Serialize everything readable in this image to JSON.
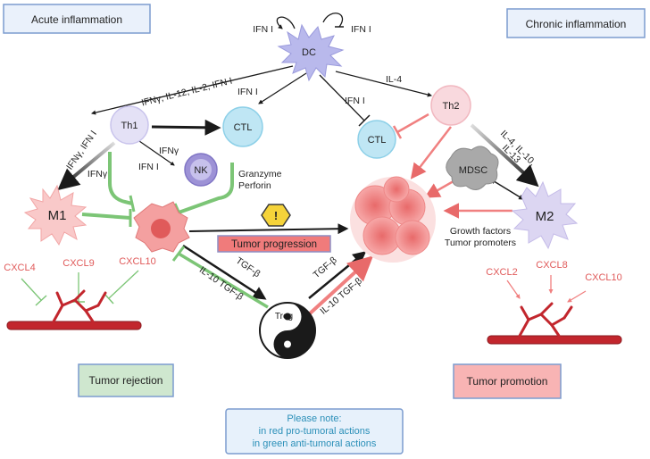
{
  "boxes": {
    "acute": "Acute inflammation",
    "chronic": "Chronic inflammation",
    "rejection": "Tumor rejection",
    "promotion": "Tumor promotion",
    "progression": "Tumor progression"
  },
  "note": {
    "line1": "Please note:",
    "line2": "in red pro-tumoral actions",
    "line3": "in green anti-tumoral actions"
  },
  "cells": {
    "dc": "DC",
    "th1": "Th1",
    "ctl_left": "CTL",
    "th2": "Th2",
    "ctl_right": "CTL",
    "nk": "NK",
    "m1": "M1",
    "m2": "M2",
    "mdsc": "MDSC",
    "treg": "Treg"
  },
  "labels": {
    "dc_self_left": "IFN I",
    "dc_self_right": "IFN I",
    "dc_to_th1": "IFNγ, IL-12, IL-2, IFN I",
    "dc_to_ctl": "IFN I",
    "dc_to_ctl_right": "IFN I",
    "dc_to_th2": "IL-4",
    "th1_to_m1": "IFNγ, IFN I",
    "th1_ifng_nk": "IFNγ",
    "th1_ifn1_nk": "IFN I",
    "th1_ifng_tumor": "IFNγ",
    "granzyme": "Granzyme",
    "perforin": "Perforin",
    "th2_to_m2_a": "IL-4, IL-10,",
    "th2_to_m2_b": "IL-13",
    "growth": "Growth factors",
    "promoters": "Tumor promoters",
    "tgfb_1": "TGF-β",
    "il10_tgfb_1": "IL-10 TGF-β",
    "tgfb_2": "TGF-β",
    "il10_tgfb_2": "IL-10 TGF-β",
    "cxcl4": "CXCL4",
    "cxcl9": "CXCL9",
    "cxcl10_left": "CXCL10",
    "cxcl2": "CXCL2",
    "cxcl8": "CXCL8",
    "cxcl10_right": "CXCL10",
    "warning": "!"
  },
  "colors": {
    "green": "#7cc576",
    "red": "#f08080",
    "black": "#1a1a1a"
  }
}
